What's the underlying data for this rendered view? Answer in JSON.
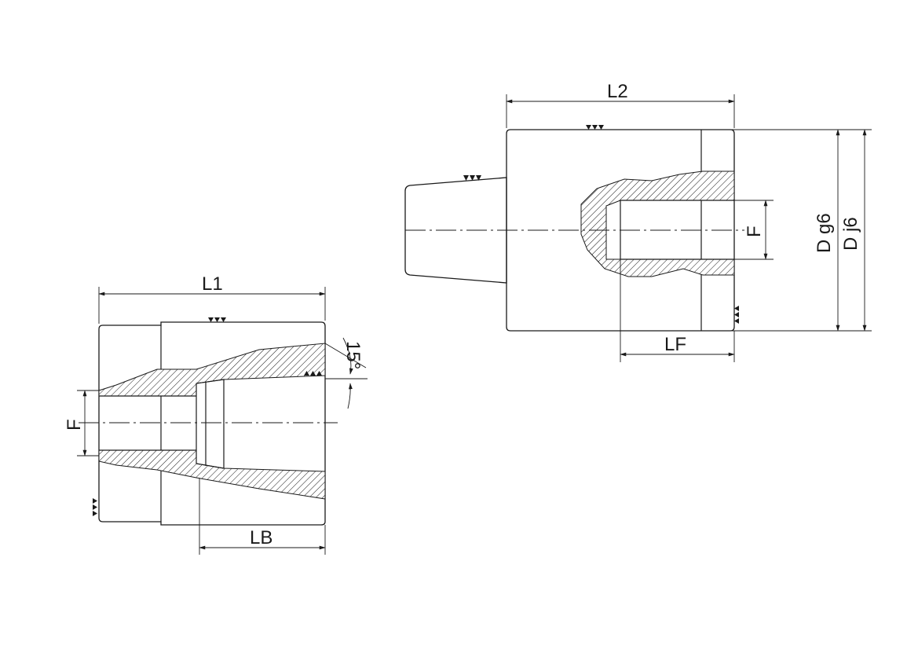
{
  "labels": {
    "l1": "L1",
    "l2": "L2",
    "lb": "LB",
    "lf": "LF",
    "f_left": "F",
    "f_right": "F",
    "angle": "15°",
    "d_g6": "D g6",
    "d_j6": "D j6"
  },
  "colors": {
    "line": "#1a1a1a",
    "background": "#ffffff"
  }
}
